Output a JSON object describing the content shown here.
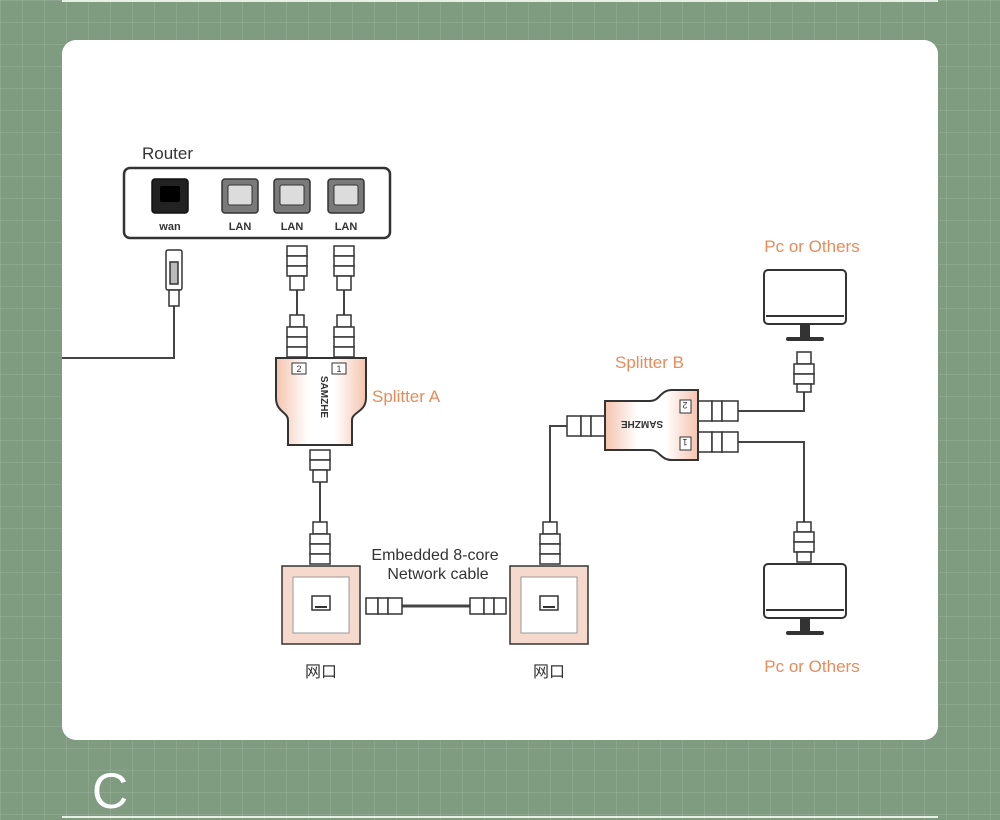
{
  "router": {
    "label": "Router",
    "ports": [
      "wan",
      "LAN",
      "LAN",
      "LAN"
    ]
  },
  "splitter_a": {
    "label": "Splitter A",
    "brand": "SAMZHE",
    "port_numbers": [
      "2",
      "1"
    ]
  },
  "splitter_b": {
    "label": "Splitter B",
    "brand": "SAMZHE",
    "port_numbers": [
      "2",
      "1"
    ]
  },
  "cable": {
    "line1": "Embedded 8-core",
    "line2": "Network cable"
  },
  "wall_ports": {
    "left_label": "网口",
    "right_label": "网口"
  },
  "devices": {
    "top_label": "Pc or Others",
    "bottom_label": "Pc or Others"
  },
  "section": {
    "letter": "C"
  },
  "colors": {
    "accent": "#e98b59",
    "background": "#7f9c80",
    "wall_plate": "#f6d9cd"
  }
}
